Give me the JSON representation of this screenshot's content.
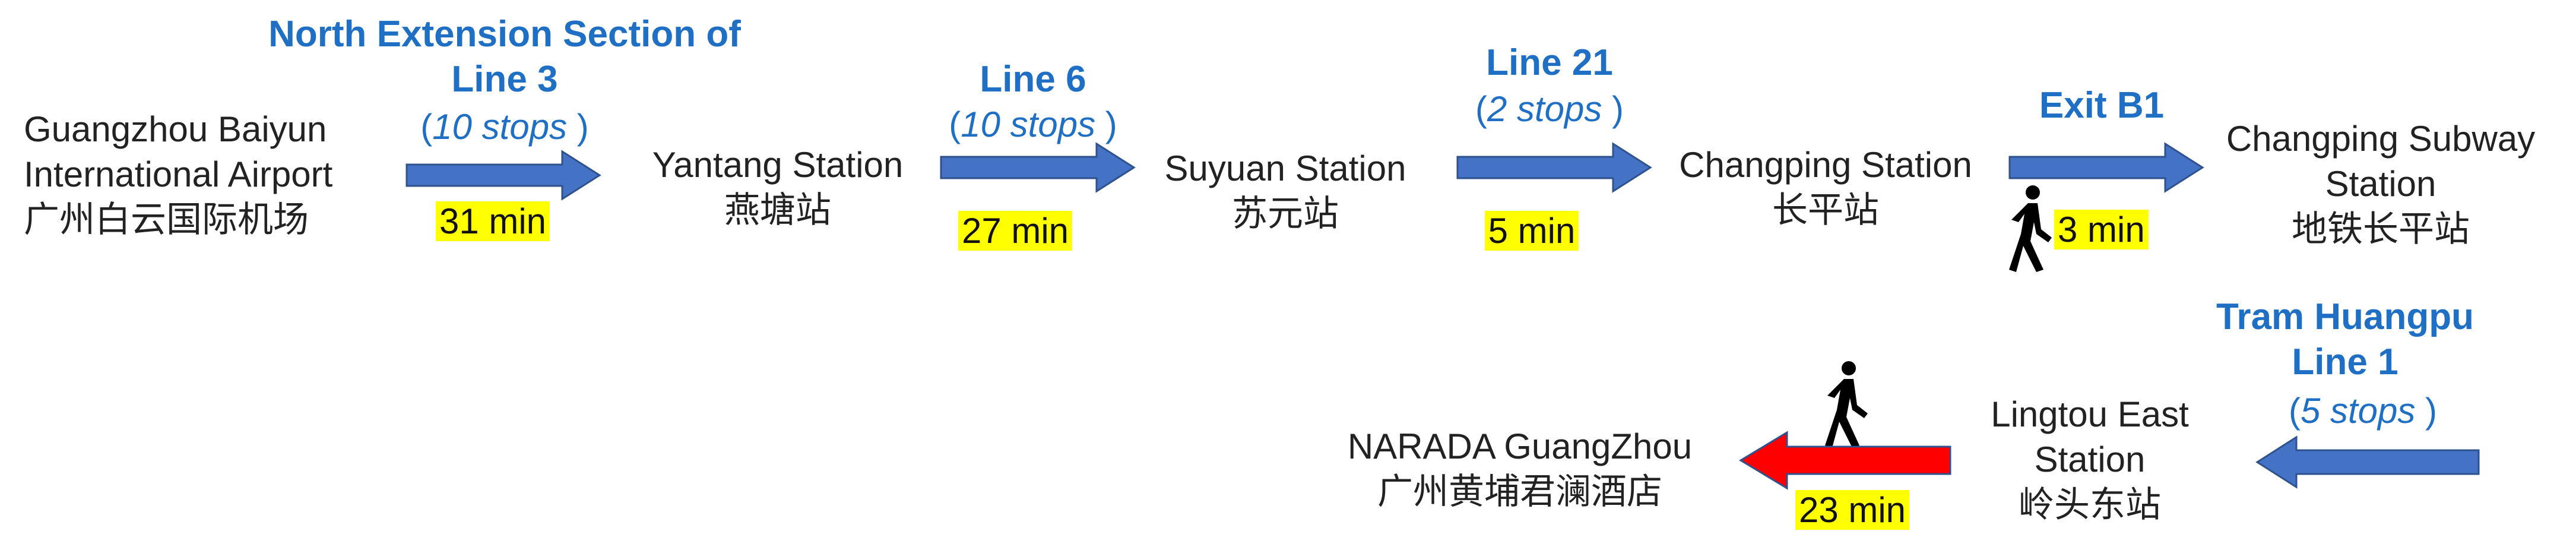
{
  "colors": {
    "line_text": "#1f6fc5",
    "arrow_blue": "#4472c4",
    "arrow_red": "#ff0000",
    "highlight": "#ffff00"
  },
  "stations": {
    "airport": {
      "en_line1": "Guangzhou Baiyun",
      "en_line2": "International Airport",
      "cn": "广州白云国际机场"
    },
    "yantang": {
      "en": "Yantang Station",
      "cn": "燕塘站"
    },
    "suyuan": {
      "en": "Suyuan Station",
      "cn": "苏元站"
    },
    "changping": {
      "en": "Changping Station",
      "cn": "长平站"
    },
    "changping_subway": {
      "en_line1": "Changping Subway",
      "en_line2": "Station",
      "cn": "地铁长平站"
    },
    "lingtou": {
      "en_line1": "Lingtou East",
      "en_line2": "Station",
      "cn": "岭头东站"
    },
    "narada": {
      "en": "NARADA GuangZhou",
      "cn": "广州黄埔君澜酒店"
    }
  },
  "legs": [
    {
      "line_line1": "North Extension Section of",
      "line_line2": "Line 3",
      "stops_open": "(",
      "stops": "10 stops",
      "stops_close": " )",
      "time": "31 min"
    },
    {
      "line": "Line 6",
      "stops_open": "(",
      "stops": "10 stops",
      "stops_close": " )",
      "time": "27 min"
    },
    {
      "line": "Line 21",
      "stops_open": "(",
      "stops": "2 stops",
      "stops_close": " )",
      "time": "5 min"
    },
    {
      "line": "Exit B1",
      "time": "3 min",
      "icon": "walking-person-icon"
    },
    {
      "line_line1": "Tram Huangpu",
      "line_line2": "Line 1",
      "stops_open": "(",
      "stops": "5 stops",
      "stops_close": " )"
    },
    {
      "time": "23 min",
      "icon": "walking-person-icon"
    }
  ]
}
